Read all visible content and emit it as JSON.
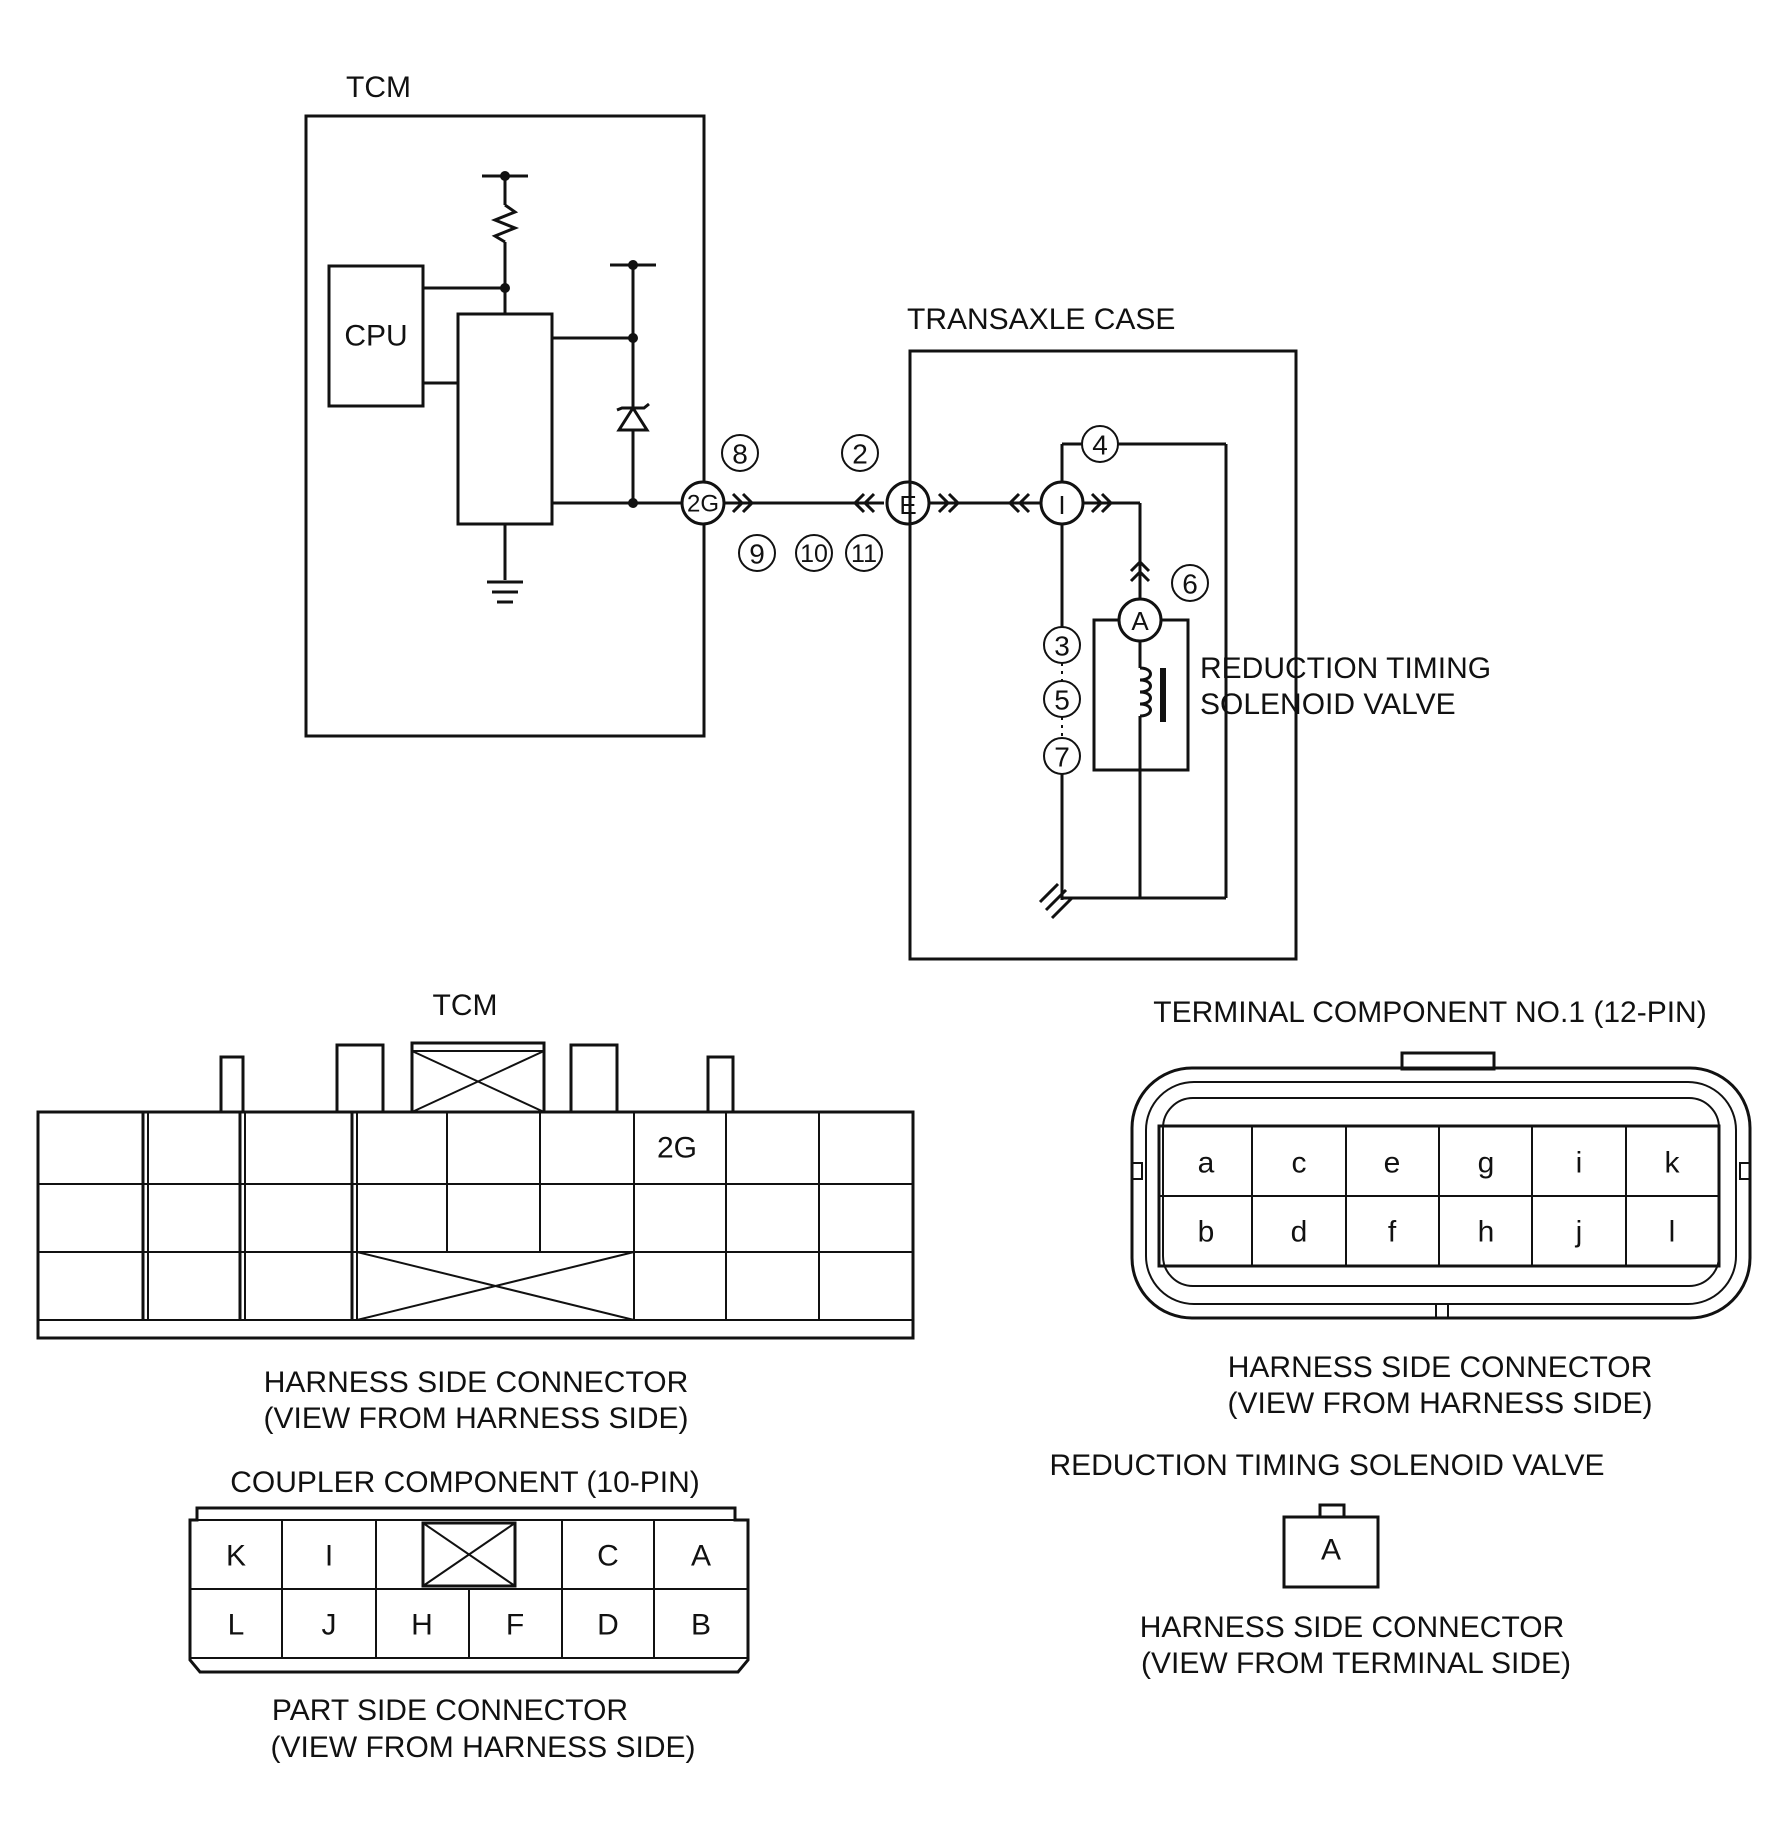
{
  "schematic": {
    "tcm_title": "TCM",
    "cpu_label": "CPU",
    "tcm_connector_label": "2G",
    "transaxle_title": "TRANSAXLE CASE",
    "junction_e_label": "E",
    "junction_i_label": "I",
    "solenoid_terminal_label": "A",
    "solenoid_label_line1": "REDUCTION TIMING",
    "solenoid_label_line2": "SOLENOID VALVE",
    "step_numbers": [
      "8",
      "9",
      "10",
      "11",
      "2",
      "4",
      "6",
      "3",
      "5",
      "7"
    ]
  },
  "tcm_connector": {
    "title": "TCM",
    "pin_label": "2G",
    "caption_line1": "HARNESS SIDE CONNECTOR",
    "caption_line2": "(VIEW FROM HARNESS SIDE)"
  },
  "coupler": {
    "title": "COUPLER COMPONENT (10-PIN)",
    "top_row": [
      "K",
      "I",
      "C",
      "A"
    ],
    "bottom_row": [
      "L",
      "J",
      "H",
      "F",
      "D",
      "B"
    ],
    "caption_line1": "PART SIDE CONNECTOR",
    "caption_line2": "(VIEW FROM HARNESS SIDE)"
  },
  "terminal_component": {
    "title": "TERMINAL COMPONENT NO.1 (12-PIN)",
    "top_row": [
      "a",
      "c",
      "e",
      "g",
      "i",
      "k"
    ],
    "bottom_row": [
      "b",
      "d",
      "f",
      "h",
      "j",
      "l"
    ],
    "caption_line1": "HARNESS SIDE CONNECTOR",
    "caption_line2": "(VIEW FROM HARNESS SIDE)"
  },
  "solenoid_connector": {
    "title": "REDUCTION TIMING SOLENOID VALVE",
    "pin": "A",
    "caption_line1": "HARNESS SIDE CONNECTOR",
    "caption_line2": "(VIEW FROM TERMINAL SIDE)"
  }
}
